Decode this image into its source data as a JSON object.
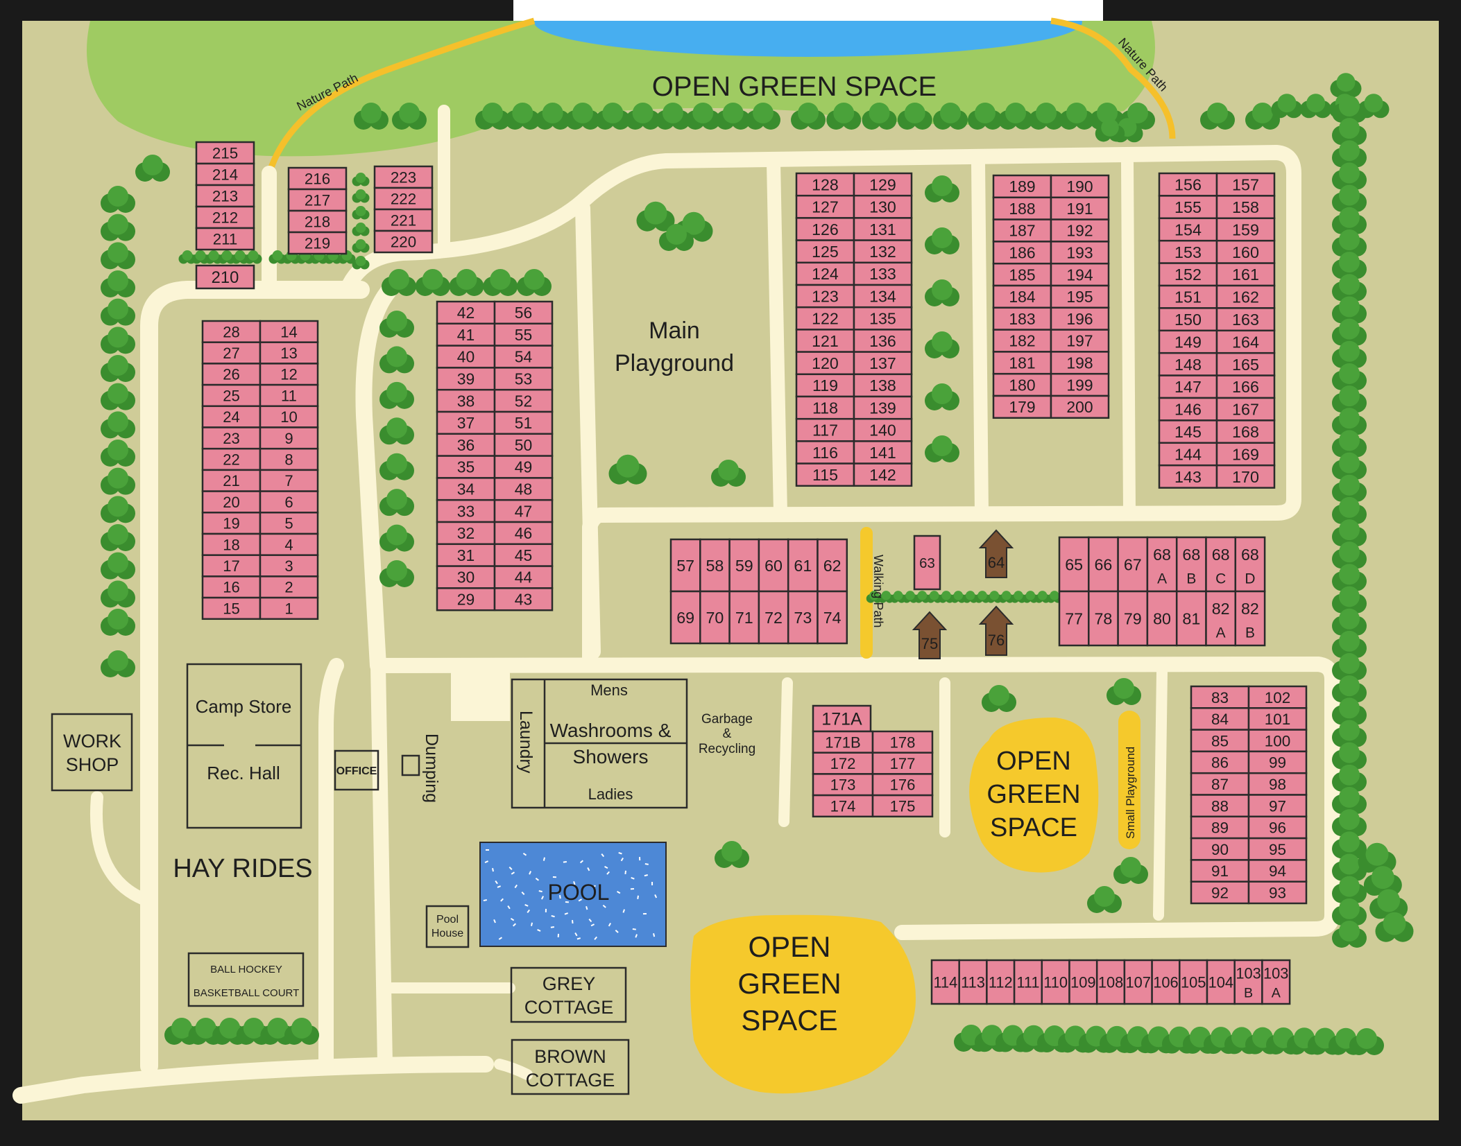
{
  "colors": {
    "ground": "#cfcc98",
    "green_space": "#9fcb62",
    "yellow_space": "#f5c92c",
    "lake": "#47aef0",
    "pool": "#4d88d6",
    "road": "#fbf5d6",
    "lot": "#e8879b",
    "tree": "#3a8d2e",
    "cabin": "#7a5132",
    "nature_path": "#f5c02b"
  },
  "labels": {
    "open_green_top": "OPEN GREEN SPACE",
    "nature_path_left": "Nature Path",
    "nature_path_right": "Nature Path",
    "main_playground_1": "Main",
    "main_playground_2": "Playground",
    "walking_path": "Walking Path",
    "small_playground": "Small Playground",
    "ogs_mid": [
      "OPEN",
      "GREEN",
      "SPACE"
    ],
    "ogs_bottom": [
      "OPEN",
      "GREEN",
      "SPACE"
    ],
    "hay_rides": "HAY RIDES",
    "pool": "POOL",
    "garbage": [
      "Garbage",
      "&",
      "Recycling"
    ],
    "dumping": "Dumping"
  },
  "buildings": {
    "workshop": [
      "WORK",
      "SHOP"
    ],
    "camp_store": "Camp Store",
    "rec_hall": "Rec. Hall",
    "office": "OFFICE",
    "laundry": "Laundry",
    "washrooms": {
      "mens": "Mens",
      "line1": "Washrooms &",
      "line2": "Showers",
      "ladies": "Ladies"
    },
    "pool_house": [
      "Pool",
      "House"
    ],
    "ball_hockey": [
      "BALL HOCKEY",
      "BASKETBALL COURT"
    ],
    "grey_cottage": [
      "GREY",
      "COTTAGE"
    ],
    "brown_cottage": [
      "BROWN",
      "COTTAGE"
    ]
  },
  "cabins": [
    "64",
    "75",
    "76"
  ],
  "lot_groups": [
    {
      "cols": [
        [
          "215",
          "214",
          "213",
          "212",
          "211"
        ]
      ]
    },
    {
      "cols": [
        [
          "210"
        ]
      ]
    },
    {
      "cols": [
        [
          "216",
          "217",
          "218",
          "219"
        ]
      ]
    },
    {
      "cols": [
        [
          "223",
          "222",
          "221",
          "220"
        ]
      ]
    },
    {
      "cols": [
        [
          "28",
          "27",
          "26",
          "25",
          "24",
          "23",
          "22",
          "21",
          "20",
          "19",
          "18",
          "17",
          "16",
          "15"
        ],
        [
          "14",
          "13",
          "12",
          "11",
          "10",
          "9",
          "8",
          "7",
          "6",
          "5",
          "4",
          "3",
          "2",
          "1"
        ]
      ]
    },
    {
      "cols": [
        [
          "42",
          "41",
          "40",
          "39",
          "38",
          "37",
          "36",
          "35",
          "34",
          "33",
          "32",
          "31",
          "30",
          "29"
        ],
        [
          "56",
          "55",
          "54",
          "53",
          "52",
          "51",
          "50",
          "49",
          "48",
          "47",
          "46",
          "45",
          "44",
          "43"
        ]
      ]
    },
    {
      "cols": [
        [
          "128",
          "127",
          "126",
          "125",
          "124",
          "123",
          "122",
          "121",
          "120",
          "119",
          "118",
          "117",
          "116",
          "115"
        ],
        [
          "129",
          "130",
          "131",
          "132",
          "133",
          "134",
          "135",
          "136",
          "137",
          "138",
          "139",
          "140",
          "141",
          "142"
        ]
      ]
    },
    {
      "cols": [
        [
          "189",
          "188",
          "187",
          "186",
          "185",
          "184",
          "183",
          "182",
          "181",
          "180",
          "179"
        ],
        [
          "190",
          "191",
          "192",
          "193",
          "194",
          "195",
          "196",
          "197",
          "198",
          "199",
          "200"
        ]
      ]
    },
    {
      "cols": [
        [
          "156",
          "155",
          "154",
          "153",
          "152",
          "151",
          "150",
          "149",
          "148",
          "147",
          "146",
          "145",
          "144",
          "143"
        ],
        [
          "157",
          "158",
          "159",
          "160",
          "161",
          "162",
          "163",
          "164",
          "165",
          "166",
          "167",
          "168",
          "169",
          "170"
        ]
      ]
    },
    {
      "rows": [
        [
          "57",
          "58",
          "59",
          "60",
          "61",
          "62"
        ],
        [
          "69",
          "70",
          "71",
          "72",
          "73",
          "74"
        ]
      ]
    },
    {
      "cols": [
        [
          "63"
        ]
      ]
    },
    {
      "rows": [
        [
          "65",
          "66",
          "67",
          "68|A",
          "68|B",
          "68|C",
          "68|D"
        ],
        [
          "77",
          "78",
          "79",
          "80",
          "81",
          "82|A",
          "82|B"
        ]
      ]
    },
    {
      "cols": [
        [
          "171A"
        ]
      ]
    },
    {
      "cols": [
        [
          "171B",
          "172",
          "173",
          "174"
        ],
        [
          "178",
          "177",
          "176",
          "175"
        ]
      ]
    },
    {
      "cols": [
        [
          "83",
          "84",
          "85",
          "86",
          "87",
          "88",
          "89",
          "90",
          "91",
          "92"
        ],
        [
          "102",
          "101",
          "100",
          "99",
          "98",
          "97",
          "96",
          "95",
          "94",
          "93"
        ]
      ]
    },
    {
      "rows": [
        [
          "114",
          "113",
          "112",
          "111",
          "110",
          "109",
          "108",
          "107",
          "106",
          "105",
          "104",
          "103|B",
          "103|A"
        ]
      ]
    }
  ]
}
